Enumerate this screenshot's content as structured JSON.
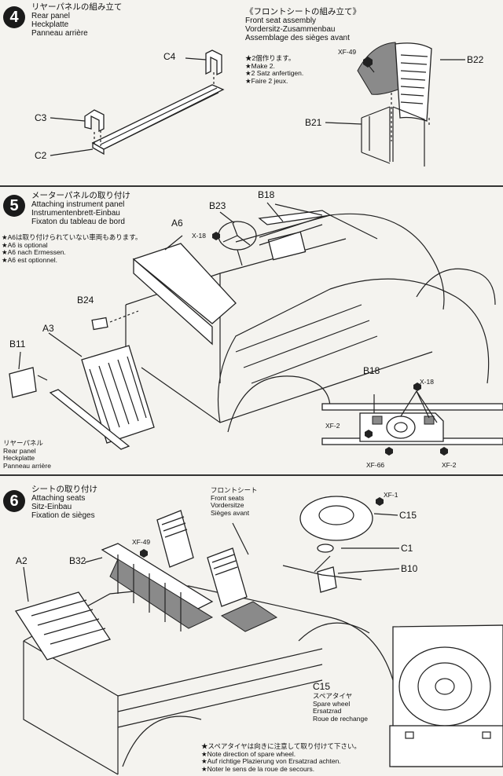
{
  "step4": {
    "number": "4",
    "title_jp": "リヤーパネルの組み立て",
    "title_en": "Rear panel",
    "title_de": "Heckplatte",
    "title_fr": "Panneau arrière",
    "parts": {
      "c4": "C4",
      "c3": "C3",
      "c2": "C2",
      "b22": "B22",
      "b21": "B21",
      "xf49": "XF-49"
    },
    "front_seat": {
      "title_jp": "《フロントシートの組み立て》",
      "title_en": "Front seat assembly",
      "title_de": "Vordersitz-Zusammenbau",
      "title_fr": "Assemblage des sièges avant"
    },
    "make_note": [
      "★2個作ります。",
      "★Make 2.",
      "★2 Satz anfertigen.",
      "★Faire 2 jeux."
    ]
  },
  "step5": {
    "number": "5",
    "title_jp": "メーターパネルの取り付け",
    "title_en": "Attaching instrument panel",
    "title_de": "Instrumentenbrett-Einbau",
    "title_fr": "Fixaton du tableau de bord",
    "option_note": [
      "★A6は取り付けられていない車両もあります。",
      "★A6 is optional",
      "★A6 nach Ermessen.",
      "★A6 est optionnel."
    ],
    "parts": {
      "a6": "A6",
      "b23": "B23",
      "b18": "B18",
      "x18": "X-18",
      "b24": "B24",
      "a3": "A3",
      "b11": "B11",
      "b18_detail": "B18",
      "x18_detail": "X-18",
      "xf2_left": "XF-2",
      "xf66": "XF-66",
      "xf2_right": "XF-2"
    },
    "rear_panel": [
      "リヤーパネル",
      "Rear panel",
      "Heckplatte",
      "Panneau arrière"
    ]
  },
  "step6": {
    "number": "6",
    "title_jp": "シートの取り付け",
    "title_en": "Attaching seats",
    "title_de": "Sitz-Einbau",
    "title_fr": "Fixation de sièges",
    "front_seats": [
      "フロントシート",
      "Front seats",
      "Vordersitze",
      "Sièges avant"
    ],
    "parts": {
      "xf1": "XF-1",
      "c15": "C15",
      "c1": "C1",
      "b10": "B10",
      "a2": "A2",
      "b32": "B32",
      "xf49": "XF-49",
      "c15_detail": "C15"
    },
    "spare_wheel": [
      "スペアタイヤ",
      "Spare wheel",
      "Ersatzrad",
      "Roue de rechange"
    ],
    "direction_note": [
      "★スペアタイヤは向きに注意して取り付けて下さい。",
      "★Note direction of spare wheel.",
      "★Auf richtige Plazierung von Ersatzrad achten.",
      "★Noter le sens de la roue de secours."
    ]
  }
}
